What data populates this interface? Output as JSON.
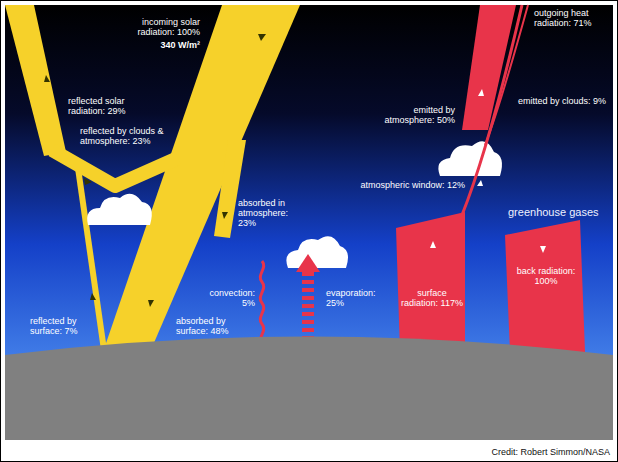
{
  "diagram": {
    "caption": "Credit: Robert Simmon/NASA",
    "labels": [
      "incoming solar radiation: 100%",
      "340 W/m²",
      "reflected solar radiation: 29%",
      "reflected by clouds & atmosphere: 23%",
      "absorbed in atmosphere: 23%",
      "convection: 5%",
      "evaporation: 25%",
      "reflected by surface: 7%",
      "absorbed by surface: 48%",
      "outgoing heat radiation: 71%",
      "emitted by atmosphere: 50%",
      "emitted by clouds: 9%",
      "atmospheric window: 12%",
      "greenhouse gases",
      "surface radiation: 117%",
      "back radiation: 100%"
    ]
  }
}
